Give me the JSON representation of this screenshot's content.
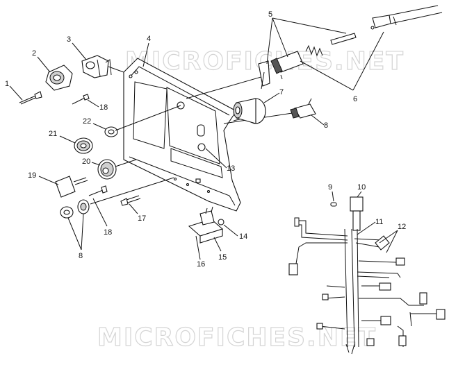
{
  "watermark": {
    "top": "MICROFICHES.NET",
    "bottom": "MICROFICHES.NET"
  },
  "callouts": {
    "c1": "1",
    "c2": "2",
    "c3": "3",
    "c4": "4",
    "c5": "5",
    "c6": "6",
    "c7": "7",
    "c8a": "8",
    "c8b": "8",
    "c9": "9",
    "c10": "10",
    "c11": "11",
    "c12": "12",
    "c13": "13",
    "c14": "14",
    "c15": "15",
    "c16": "16",
    "c17": "17",
    "c18a": "18",
    "c18b": "18",
    "c19": "19",
    "c20": "20",
    "c21": "21",
    "c22": "22"
  }
}
